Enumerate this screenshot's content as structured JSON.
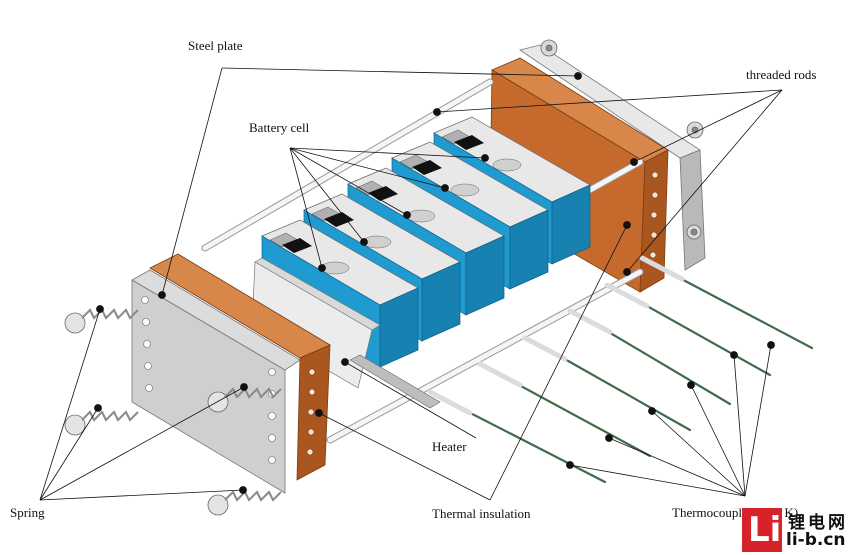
{
  "labels": {
    "steel_plate": "Steel plate",
    "threaded_rods": "threaded rods",
    "battery_cell": "Battery cell",
    "heater": "Heater",
    "spring": "Spring",
    "thermal_insulation": "Thermal insulation",
    "thermocouple": "Thermocouple (Type K)"
  },
  "watermark": {
    "glyph": "Li",
    "brand_cn": "锂电网",
    "url": "li-b.cn"
  },
  "colors": {
    "cell_blue": "#1f9bd1",
    "cell_top": "#e6e6e6",
    "copper_plate": "#c56a2c",
    "steel": "#cfcfcf",
    "watermark_red": "#d6232a"
  }
}
